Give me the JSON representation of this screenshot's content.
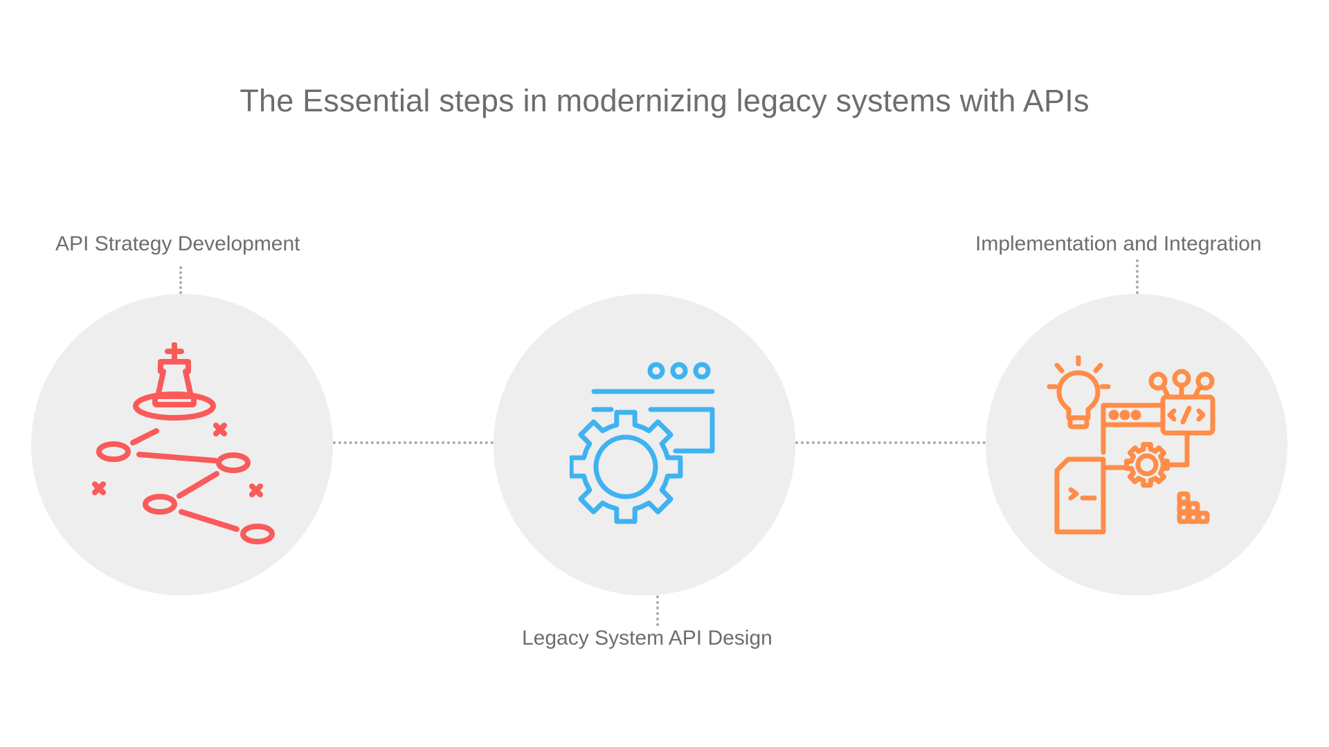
{
  "title": "The Essential steps in modernizing legacy systems with APIs",
  "steps": [
    {
      "label": "API Strategy Development",
      "icon": "chess-strategy-icon",
      "color": "#fa5a5a"
    },
    {
      "label": "Legacy System API Design",
      "icon": "gear-window-icon",
      "color": "#3fb2f2"
    },
    {
      "label": "Implementation and Integration",
      "icon": "code-integration-icon",
      "color": "#ff8c47"
    }
  ]
}
